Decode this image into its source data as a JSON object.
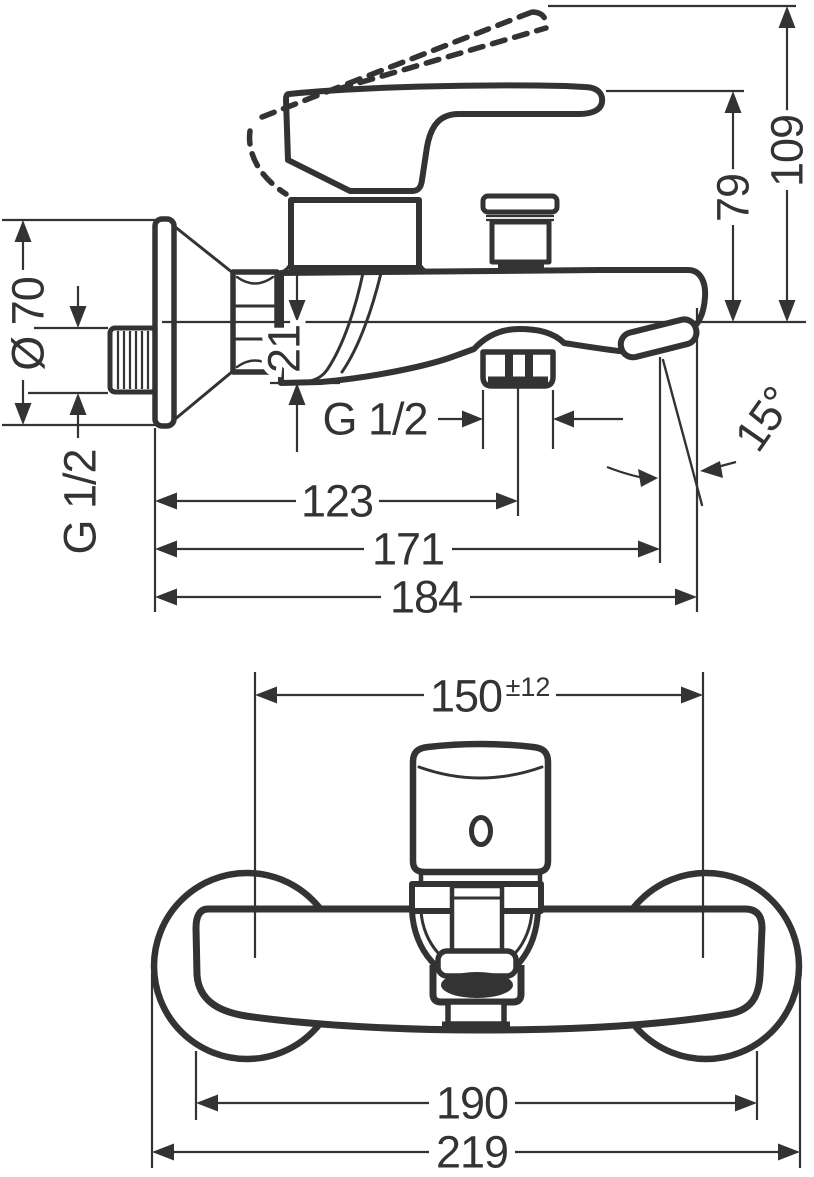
{
  "colors": {
    "line": "#333333",
    "background": "#ffffff"
  },
  "side_view": {
    "labels": {
      "height_total": "109",
      "height_body": "79",
      "escutcheon_diameter": "Ø 70",
      "inlet_thread": "G 1/2",
      "axis_to_bottom": "21",
      "outlet_thread": "G 1/2",
      "spout_angle": "15°",
      "wall_to_outlet": "123",
      "wall_to_spout_tip": "171",
      "wall_to_front": "184"
    }
  },
  "front_view": {
    "labels": {
      "connection_centers": "150",
      "connection_tolerance": "±12",
      "body_width": "190",
      "overall_width": "219"
    }
  }
}
